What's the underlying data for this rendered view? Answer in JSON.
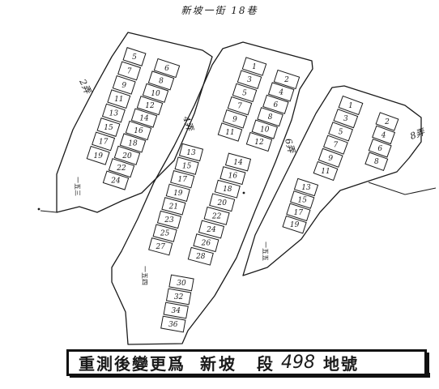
{
  "header": {
    "title": "新坡一街 18巷"
  },
  "streets": {
    "lane_2": "2弄",
    "lane_4": "4弄",
    "lane_6": "6弄",
    "lane_8": "8弄"
  },
  "side_marks": {
    "block_a": "一五三",
    "block_b": "一五四",
    "block_c": "一五五"
  },
  "blocks": {
    "block_a": {
      "left_lots": [
        "5",
        "7",
        "9",
        "11",
        "13",
        "15",
        "17",
        "19"
      ],
      "right_lots": [
        "6",
        "8",
        "10",
        "12",
        "14",
        "16",
        "18",
        "20",
        "22",
        "24"
      ]
    },
    "block_b": {
      "left_lots": [
        "1",
        "3",
        "5",
        "7",
        "9",
        "11",
        "13",
        "15",
        "17",
        "19",
        "21",
        "23",
        "25",
        "27"
      ],
      "right_lots": [
        "2",
        "4",
        "6",
        "8",
        "10",
        "12",
        "14",
        "16",
        "18",
        "20",
        "22",
        "24",
        "26",
        "28"
      ],
      "extra_lots": [
        "30",
        "32",
        "34",
        "36"
      ]
    },
    "block_c": {
      "left_lots": [
        "1",
        "3",
        "5",
        "7",
        "9",
        "11",
        "13",
        "15",
        "17",
        "19"
      ],
      "right_lots": [
        "2",
        "4",
        "6",
        "8"
      ]
    }
  },
  "stamp": {
    "prefix": "重測後變更爲",
    "section_name": "新坡",
    "section_word": "段",
    "number": "498",
    "suffix": "地號"
  }
}
